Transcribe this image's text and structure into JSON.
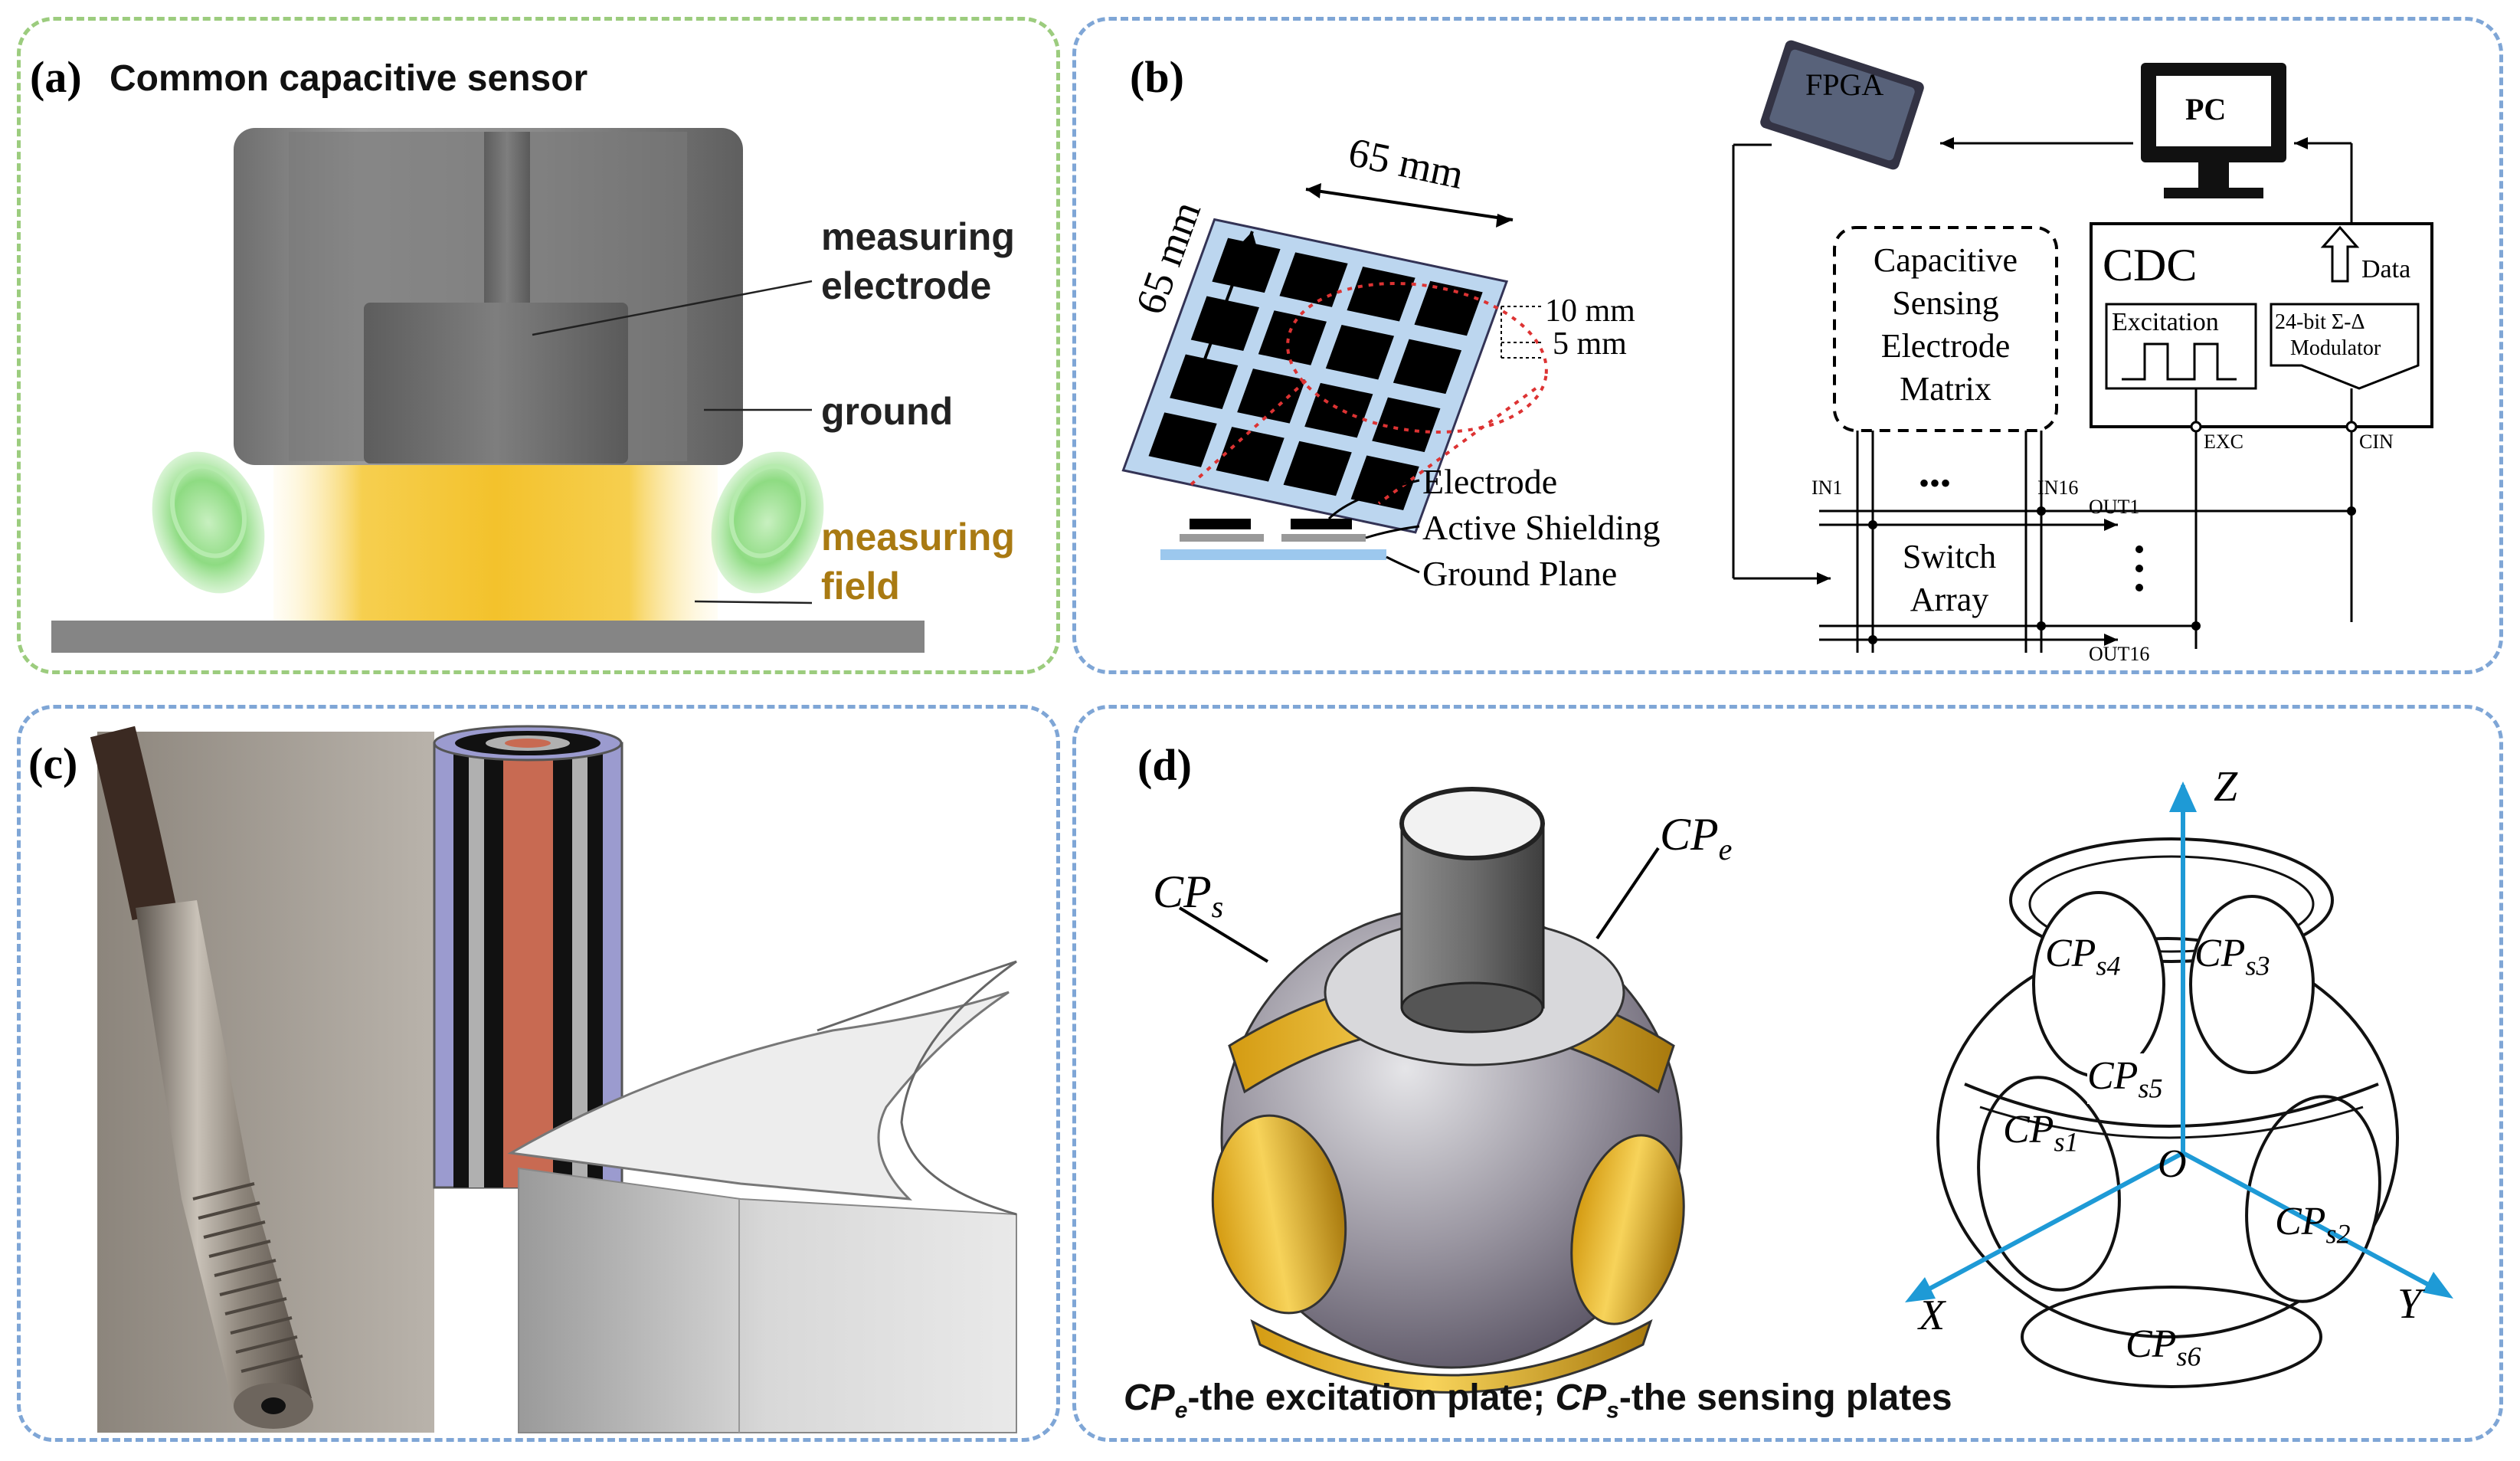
{
  "panel_a": {
    "label": "(a)",
    "title": "Common capacitive sensor",
    "measuring_electrode_1": "measuring",
    "measuring_electrode_2": "electrode",
    "ground": "ground",
    "measuring_field_1": "measuring",
    "measuring_field_2": "field"
  },
  "panel_b": {
    "label": "(b)",
    "dim_top": "65 mm",
    "dim_side": "65 mm",
    "dim_10": "10 mm",
    "dim_5": "5 mm",
    "electrode": "Electrode",
    "active_shielding": "Active Shielding",
    "ground_plane": "Ground Plane",
    "fpga": "FPGA",
    "pc": "PC",
    "cs_1": "Capacitive",
    "cs_2": "Sensing",
    "cs_3": "Electrode",
    "cs_4": "Matrix",
    "cdc": "CDC",
    "data": "Data",
    "excitation": "Excitation",
    "mod_1": "24-bit Σ-Δ",
    "mod_2": "Modulator",
    "exc": "EXC",
    "cin": "CIN",
    "in1": "IN1",
    "in16": "IN16",
    "dots": "•••",
    "out1": "OUT1",
    "out16": "OUT16",
    "switch_1": "Switch",
    "switch_2": "Array"
  },
  "panel_c": {
    "label": "(c)"
  },
  "panel_d": {
    "label": "(d)",
    "cp": "CP",
    "sub_e": "e",
    "sub_s": "s",
    "s1": "s1",
    "s2": "s2",
    "s3": "s3",
    "s4": "s4",
    "s5": "s5",
    "s6": "s6",
    "z": "Z",
    "x": "X",
    "y": "Y",
    "o": "O",
    "caption_cp_e": "CP",
    "caption_e": "e",
    "caption_mid": "-the excitation plate; ",
    "caption_cp_s": "CP",
    "caption_s": "s",
    "caption_end": "-the sensing plates"
  }
}
